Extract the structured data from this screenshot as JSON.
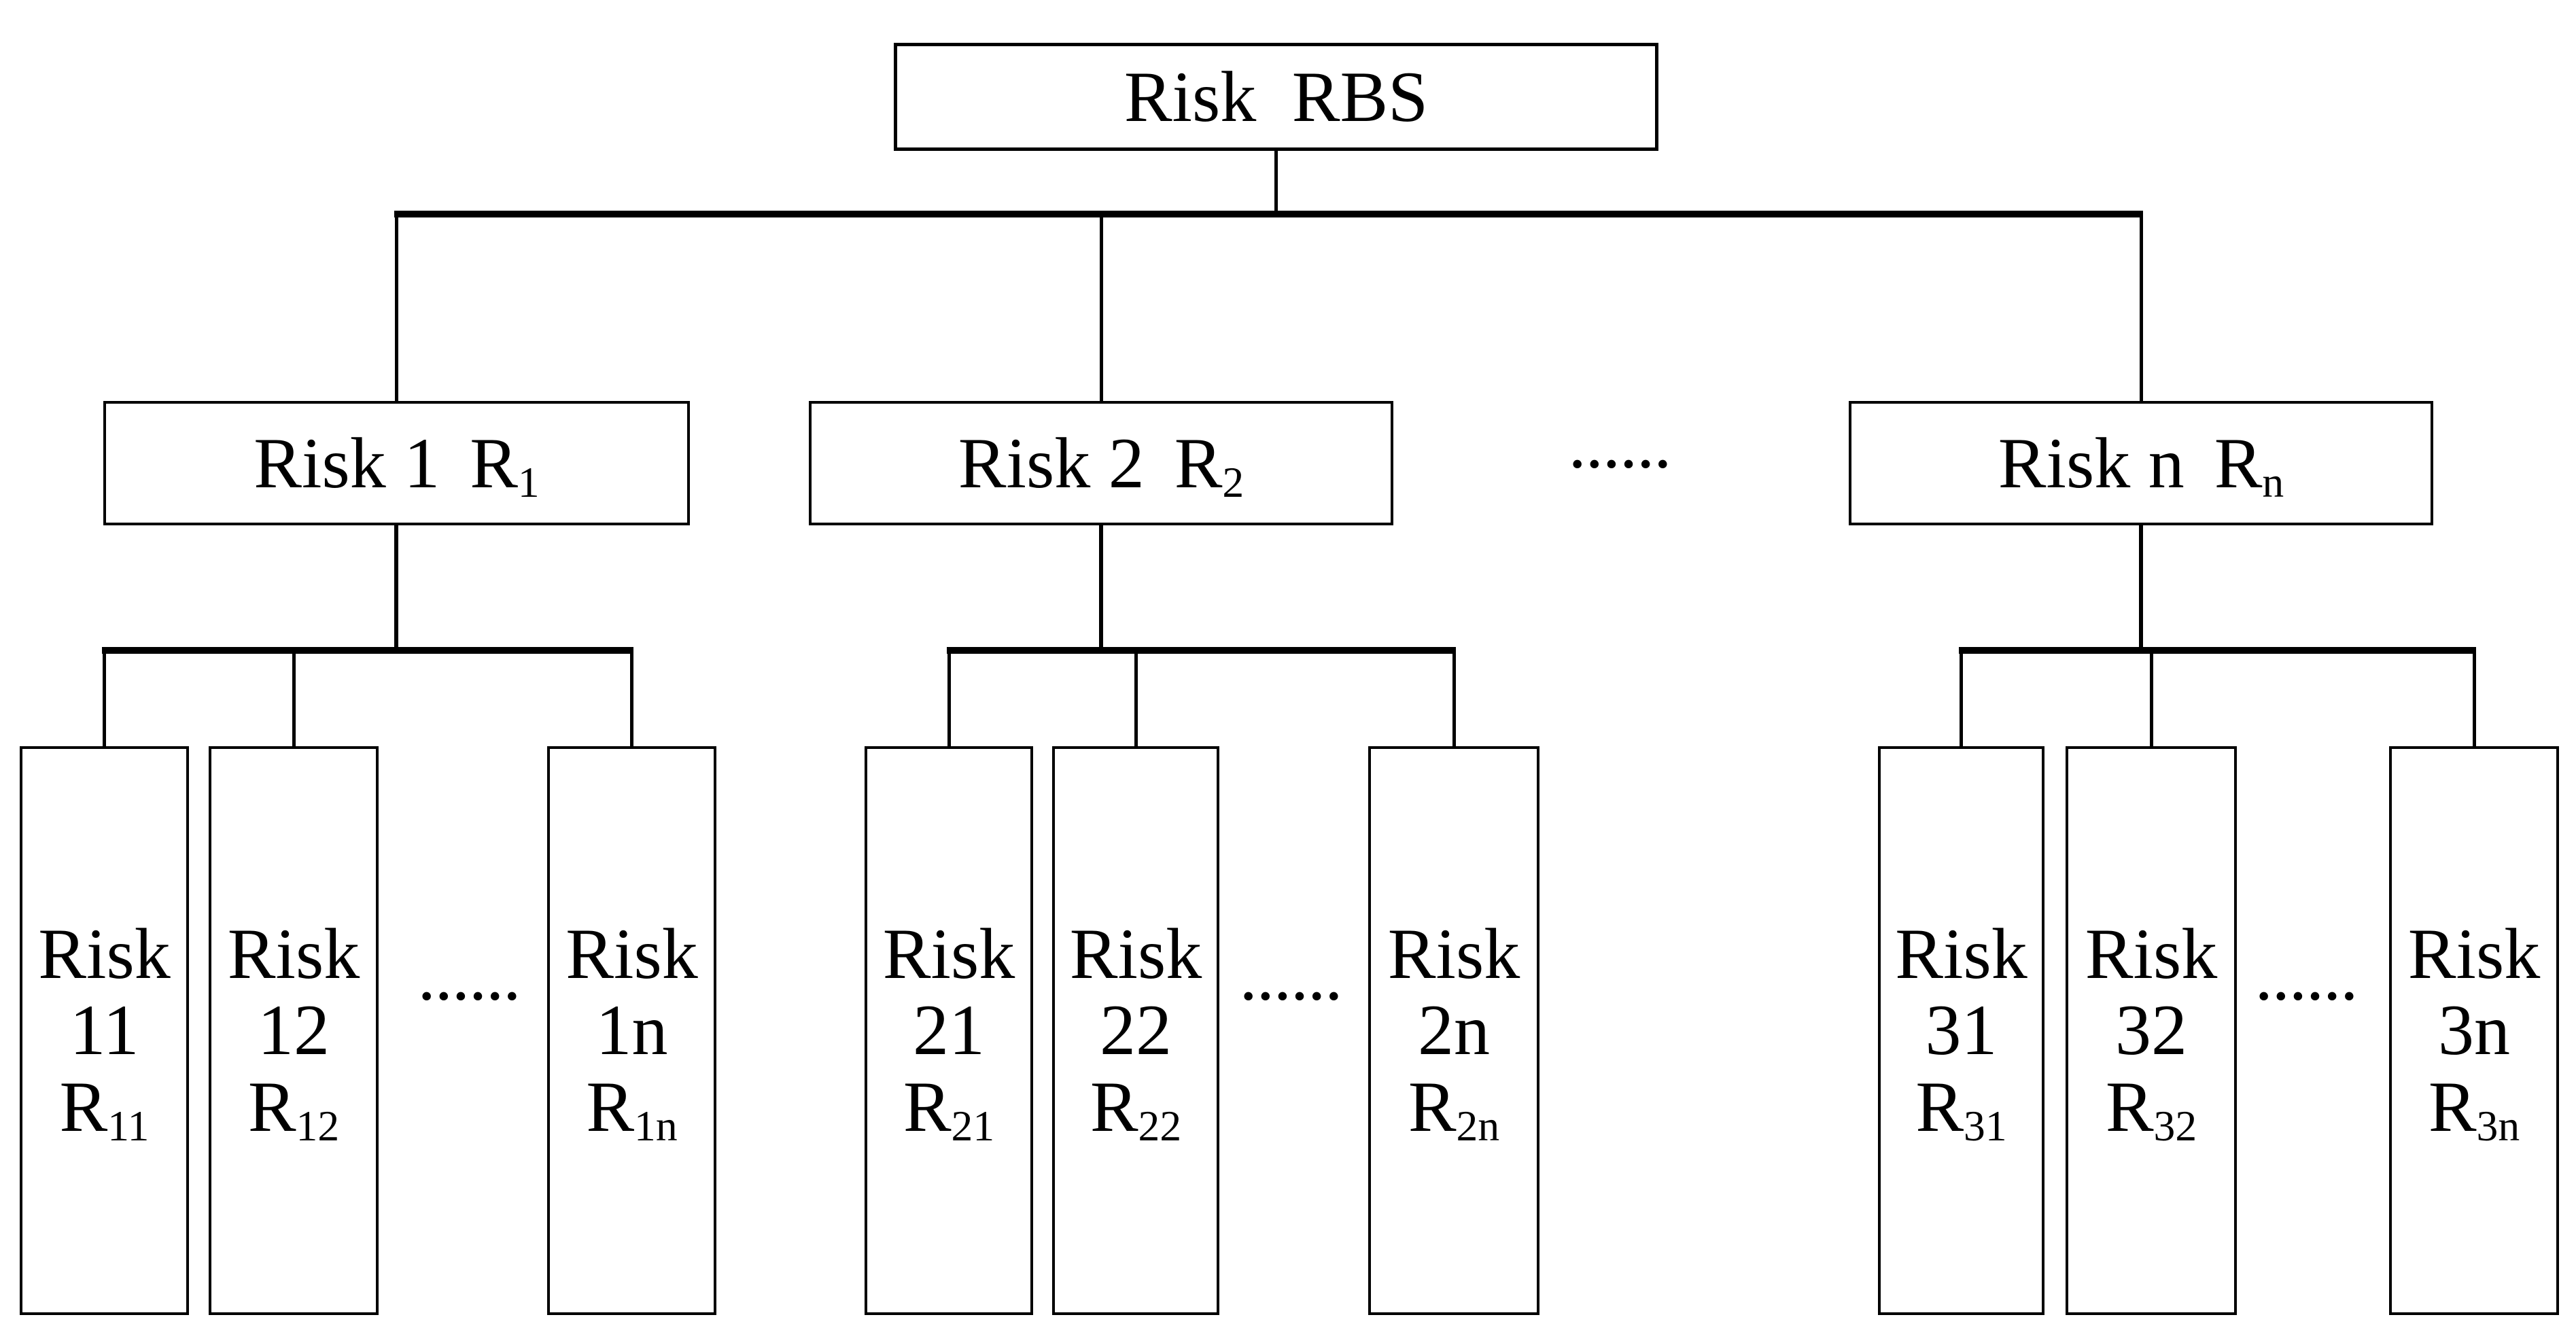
{
  "root": {
    "label": "Risk RBS"
  },
  "level2": {
    "boxes": [
      {
        "name": "Risk 1",
        "symbol": "R",
        "sub": "1"
      },
      {
        "name": "Risk 2",
        "symbol": "R",
        "sub": "2"
      },
      {
        "name": "Risk n",
        "symbol": "R",
        "sub": "n"
      }
    ],
    "ellipsis": "••••••"
  },
  "level3": {
    "groups": [
      {
        "boxes": [
          {
            "word": "Risk",
            "num": "11",
            "symbol": "R",
            "sub": "11"
          },
          {
            "word": "Risk",
            "num": "12",
            "symbol": "R",
            "sub": "12"
          },
          {
            "word": "Risk",
            "num": "1n",
            "symbol": "R",
            "sub": "1n"
          }
        ],
        "ellipsis": "••••••"
      },
      {
        "boxes": [
          {
            "word": "Risk",
            "num": "21",
            "symbol": "R",
            "sub": "21"
          },
          {
            "word": "Risk",
            "num": "22",
            "symbol": "R",
            "sub": "22"
          },
          {
            "word": "Risk",
            "num": "2n",
            "symbol": "R",
            "sub": "2n"
          }
        ],
        "ellipsis": "••••••"
      },
      {
        "boxes": [
          {
            "word": "Risk",
            "num": "31",
            "symbol": "R",
            "sub": "31"
          },
          {
            "word": "Risk",
            "num": "32",
            "symbol": "R",
            "sub": "32"
          },
          {
            "word": "Risk",
            "num": "3n",
            "symbol": "R",
            "sub": "3n"
          }
        ],
        "ellipsis": "••••••"
      }
    ]
  },
  "colors": {
    "line": "#000000",
    "background": "#ffffff"
  }
}
